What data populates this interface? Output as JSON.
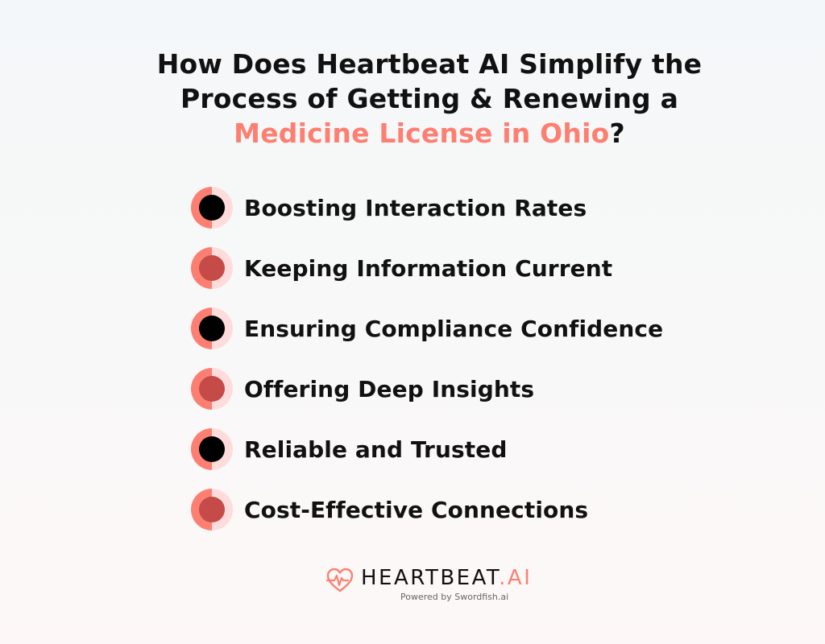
{
  "title": {
    "line1": "How Does Heartbeat AI Simplify the",
    "line2": "Process of Getting & Renewing a",
    "line3_accent": "Medicine License in Ohio",
    "line3_suffix": "?"
  },
  "colors": {
    "accent": "#fd7f72",
    "accent_light": "#ffdcdc",
    "dark_dot": "#000000",
    "red_dot": "#c44b47",
    "text": "#111111"
  },
  "items": [
    {
      "label": "Boosting Interaction Rates",
      "dot_color": "#000000"
    },
    {
      "label": "Keeping Information Current",
      "dot_color": "#c44b47"
    },
    {
      "label": "Ensuring Compliance Confidence",
      "dot_color": "#000000"
    },
    {
      "label": "Offering Deep Insights",
      "dot_color": "#c44b47"
    },
    {
      "label": "Reliable and Trusted",
      "dot_color": "#000000"
    },
    {
      "label": "Cost-Effective Connections",
      "dot_color": "#c44b47"
    }
  ],
  "logo": {
    "icon": "heart-pulse-icon",
    "brand": "HEARTBEAT",
    "brand_suffix": ".AI",
    "tagline": "Powered by Swordfish.ai"
  }
}
